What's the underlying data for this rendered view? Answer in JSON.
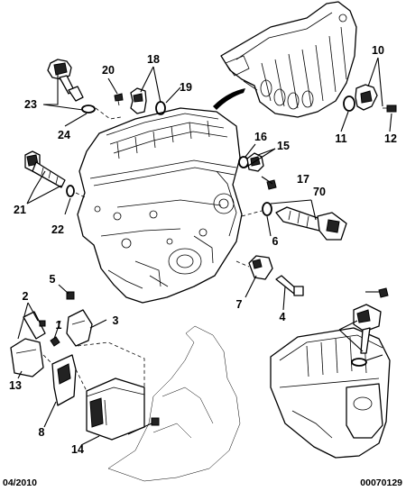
{
  "callouts": [
    "23",
    "24",
    "20",
    "18",
    "19",
    "10",
    "11",
    "12",
    "16",
    "15",
    "17",
    "21",
    "22",
    "70",
    "6",
    "7",
    "4",
    "5",
    "2",
    "1",
    "3",
    "13",
    "8",
    "14"
  ],
  "footer": {
    "date": "04/2010",
    "reference": "00070129"
  }
}
